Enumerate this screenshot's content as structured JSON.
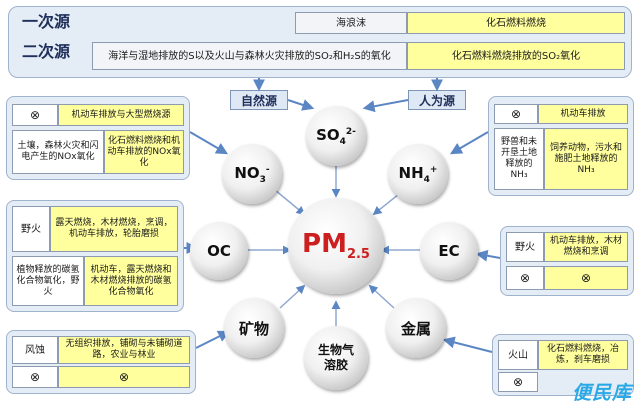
{
  "top": {
    "row1_label": "一次源",
    "row2_label": "二次源",
    "natural_primary": "海浪沫",
    "human_primary": "化石燃料燃烧",
    "natural_secondary": "海洋与湿地排放的S以及火山与森林火灾排放的SO₂和H₂S的氧化",
    "human_secondary": "化石燃料燃烧排放的SO₂氧化"
  },
  "source_tags": {
    "natural": "自然源",
    "human": "人为源"
  },
  "center": {
    "label": "PM",
    "sub": "2.5"
  },
  "nodes": {
    "so4": {
      "main": "SO",
      "sub": "4",
      "sup": "2-"
    },
    "no3": {
      "main": "NO",
      "sub": "3",
      "sup": "-"
    },
    "nh4": {
      "main": "NH",
      "sub": "4",
      "sup": "+"
    },
    "oc": "OC",
    "ec": "EC",
    "mineral": "矿物",
    "metal": "金属",
    "bio": "生物气溶胶"
  },
  "symbols": {
    "none": "⊗"
  },
  "boxes": {
    "no3": {
      "r1_right": "机动车排放与大型燃烧源",
      "r2_left": "土壤，森林火灾和闪电产生的NOx氧化",
      "r2_right": "化石燃料燃烧和机动车排放的NOx氧化"
    },
    "nh4": {
      "r1_right": "机动车排放",
      "r2_left": "野兽和未开垦土地释放的NH₃",
      "r2_right": "饲养动物，污水和施肥土地释放的NH₃"
    },
    "oc": {
      "r1_left": "野火",
      "r1_right": "露天燃烧，木材燃烧，烹调，机动车排放，轮胎磨损",
      "r2_left": "植物释放的碳氢化合物氧化，野火",
      "r2_right": "机动车，露天燃烧和木材燃烧排放的碳氢化合物氧化"
    },
    "ec": {
      "r1_left": "野火",
      "r1_right": "机动车排放，木材燃烧和烹调"
    },
    "mineral": {
      "r1_left": "风蚀",
      "r1_right": "无组织排放，铺砌与未铺砌道路，农业与林业"
    },
    "metal": {
      "r1_left": "火山",
      "r1_right": "化石燃料燃烧，冶炼，刹车磨损"
    }
  },
  "watermark": "便民库"
}
